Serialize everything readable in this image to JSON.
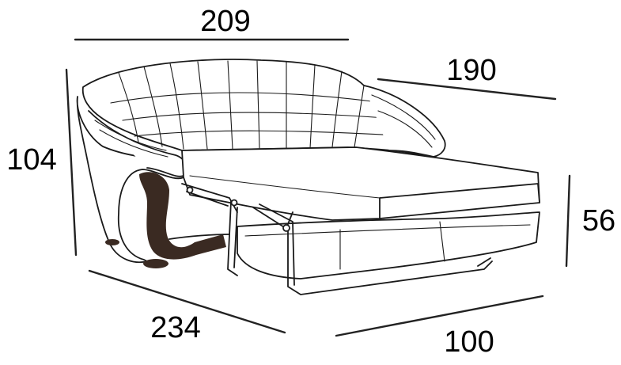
{
  "dimensions": {
    "top_width": "209",
    "depth_seat": "190",
    "height": "104",
    "bed_height": "56",
    "total_length": "234",
    "bed_width": "100"
  },
  "colors": {
    "ink": "#1a1a1a",
    "wood": "#3a2a22",
    "background": "#ffffff"
  }
}
